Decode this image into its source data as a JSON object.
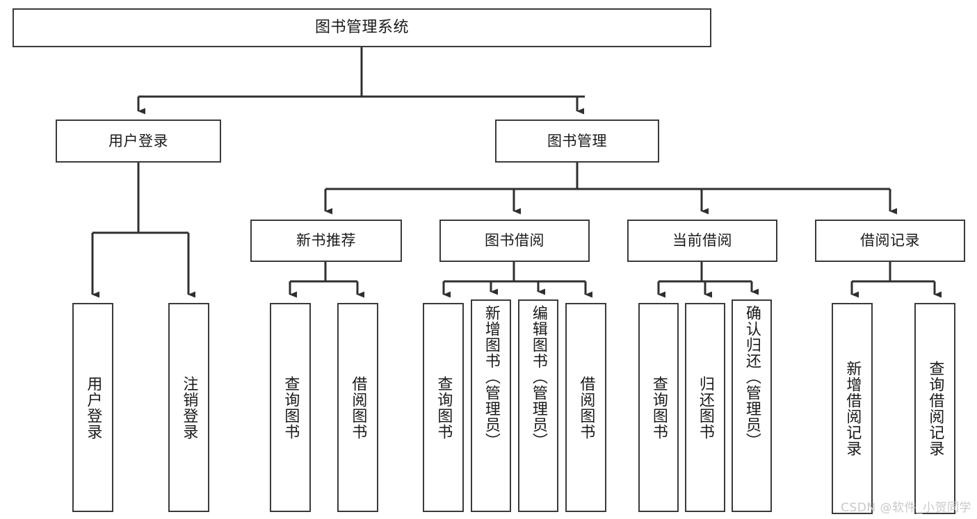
{
  "diagram": {
    "title": "图书管理系统",
    "type": "tree-hierarchy-chart",
    "watermark": "CSDN @软件_小贺同学",
    "colors": {
      "background": "#ffffff",
      "border": "#3a3a3a",
      "edge": "#2f2f2f",
      "text": "#1a1a1a",
      "watermark": "#c8c8c8"
    },
    "root": {
      "label": "图书管理系统"
    },
    "level1": [
      {
        "label": "用户登录"
      },
      {
        "label": "图书管理"
      }
    ],
    "level2": [
      {
        "label": "新书推荐"
      },
      {
        "label": "图书借阅"
      },
      {
        "label": "当前借阅"
      },
      {
        "label": "借阅记录"
      }
    ],
    "leaves": {
      "user_login": [
        {
          "label": "用户登录"
        },
        {
          "label": "注销登录"
        }
      ],
      "new_book_recommend": [
        {
          "label": "查询图书"
        },
        {
          "label": "借阅图书"
        }
      ],
      "book_borrow": [
        {
          "label": "查询图书"
        },
        {
          "label": "新增图书（管理员）"
        },
        {
          "label": "编辑图书（管理员）"
        },
        {
          "label": "借阅图书"
        }
      ],
      "current_borrow": [
        {
          "label": "查询图书"
        },
        {
          "label": "归还图书"
        },
        {
          "label": "确认归还（管理员）"
        }
      ],
      "borrow_record": [
        {
          "label": "新增借阅记录"
        },
        {
          "label": "查询借阅记录"
        }
      ]
    }
  }
}
